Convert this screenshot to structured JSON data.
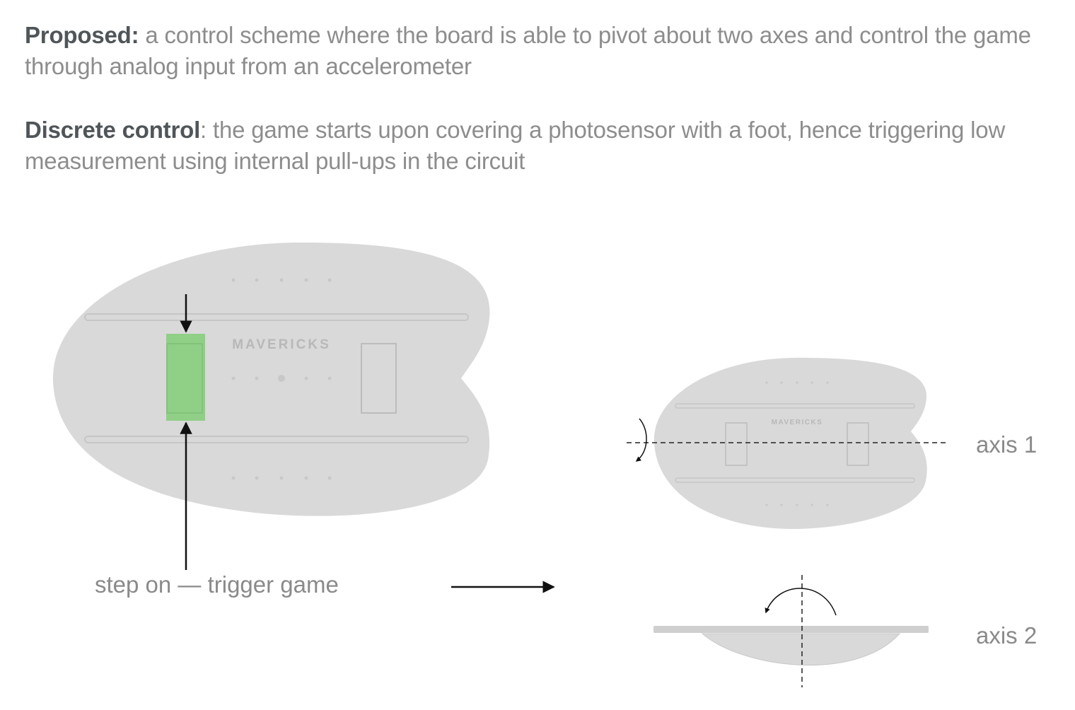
{
  "intro": {
    "proposed_label": "Proposed:",
    "proposed_text": " a control scheme where the board is able to pivot about two axes and control the game through analog input from an accelerometer",
    "discrete_label": "Discrete control",
    "discrete_text": ": the game starts upon covering a photosensor with a foot, hence triggering low measurement using internal pull-ups in the circuit"
  },
  "diagram": {
    "board_brand": "MAVERICKS",
    "step_label": "step on — trigger game",
    "axis1_label": "axis 1",
    "axis2_label": "axis 2",
    "colors": {
      "board_fill": "#d9d9d9",
      "sensor_fill": "#8fcf86",
      "label_text": "#8a8a8a",
      "bold_text": "#4f5558"
    }
  }
}
